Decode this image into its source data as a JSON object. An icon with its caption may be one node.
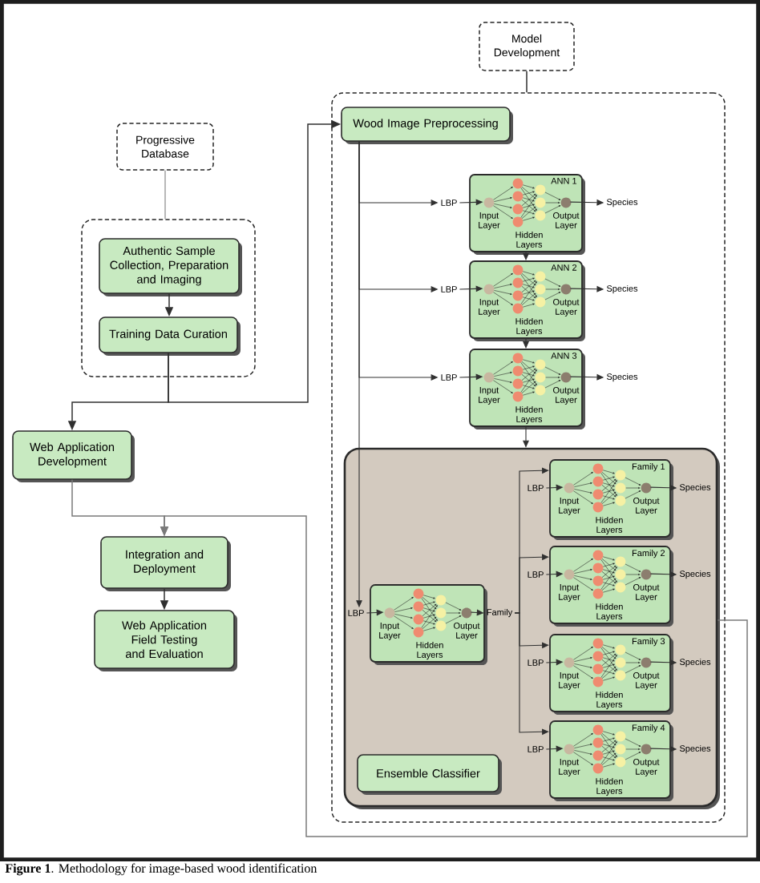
{
  "diagram": {
    "caption": "**Figure 1**. Methodology for image-based wood identification",
    "nodes": [
      {
        "text": [
          "Progressive Database"
        ]
      },
      {
        "text": [],
        "shape": "box"
      },
      {
        "text": [
          "Authentic Sample Collection, Preparation and Imaging"
        ],
        "in": 1
      },
      {
        "text": [
          "Training Data Curation"
        ],
        "in": 1
      },
      {
        "text": [
          "Web Application Development"
        ]
      },
      {
        "text": [
          "Integration and Deployment"
        ]
      },
      {
        "text": [
          "Web Application Field Testing and Evaluation"
        ]
      },
      {
        "text": [
          "Model Development"
        ]
      },
      {
        "text": [],
        "shape": "box"
      },
      {
        "text": [
          "Wood Image Preprocessing"
        ],
        "in": 8
      },
      {
        "text": [
          "LBP"
        ],
        "in": 8
      },
      {
        "text": [
          "ANN 1",
          "Input Layer",
          "Output Layer",
          "Hidden Layers"
        ],
        "in": 8
      },
      {
        "text": [
          "Species"
        ],
        "in": 8
      },
      {
        "text": [
          "LBP"
        ],
        "in": 8
      },
      {
        "text": [
          "ANN 2",
          "Input Layer",
          "Output Layer",
          "Hidden Layers"
        ],
        "in": 8
      },
      {
        "text": [
          "Species"
        ],
        "in": 8
      },
      {
        "text": [
          "LBP"
        ],
        "in": 8
      },
      {
        "text": [
          "ANN 3",
          "Input Layer",
          "Output Layer",
          "Hidden Layers"
        ],
        "in": 8
      },
      {
        "text": [
          "Species"
        ],
        "in": 8
      },
      {
        "text": [],
        "shape": "box",
        "in": 8
      },
      {
        "text": [
          "LBP"
        ],
        "in": 19
      },
      {
        "text": [
          "Input Layer",
          "Output Layer",
          "Hidden Layers"
        ],
        "in": 19
      },
      {
        "text": [
          "Family"
        ],
        "in": 19
      },
      {
        "text": [
          "LBP"
        ],
        "in": 19
      },
      {
        "text": [
          "Family 1",
          "Input Layer",
          "Output Layer",
          "Hidden Layers"
        ],
        "in": 19
      },
      {
        "text": [
          "Species"
        ],
        "in": 19
      },
      {
        "text": [
          "LBP"
        ],
        "in": 19
      },
      {
        "text": [
          "Family 2",
          "Input Layer",
          "Output Layer",
          "Hidden Layers"
        ],
        "in": 19
      },
      {
        "text": [
          "Species"
        ],
        "in": 19
      },
      {
        "text": [
          "LBP"
        ],
        "in": 19
      },
      {
        "text": [
          "Family 3",
          "Input Layer",
          "Output Layer",
          "Hidden Layers"
        ],
        "in": 19
      },
      {
        "text": [
          "Species"
        ],
        "in": 19
      },
      {
        "text": [
          "LBP"
        ],
        "in": 19
      },
      {
        "text": [
          "Family 4",
          "Input Layer",
          "Output Layer",
          "Hidden Layers"
        ],
        "in": 19
      },
      {
        "text": [
          "Species"
        ],
        "in": 19
      },
      {
        "text": [
          "Ensemble Classifier"
        ],
        "in": 19
      }
    ],
    "edges": [
      {
        "from": 0,
        "to": 1,
        "arrow": "none",
        "color": "#a0a0a0"
      },
      {
        "from": 7,
        "to": 8,
        "arrow": "none"
      },
      {
        "from": 2,
        "to": 3,
        "arrow": "to"
      },
      {
        "from": 3,
        "to": 4,
        "arrow": "to"
      },
      {
        "from": 3,
        "to": 9,
        "arrow": "to"
      },
      {
        "from": 4,
        "to": 5,
        "arrow": "to",
        "color": "#7a7a7a"
      },
      {
        "from": 19,
        "to": 5,
        "arrow": "to",
        "color": "#7a7a7a"
      },
      {
        "from": 5,
        "to": 6,
        "arrow": "to"
      },
      {
        "from": 9,
        "to": 10,
        "arrow": "to"
      },
      {
        "from": 9,
        "to": 13,
        "arrow": "to"
      },
      {
        "from": 9,
        "to": 16,
        "arrow": "to"
      },
      {
        "from": 9,
        "to": 20,
        "arrow": "to"
      },
      {
        "from": 10,
        "to": 11,
        "arrow": "to"
      },
      {
        "from": 11,
        "to": 12,
        "arrow": "to"
      },
      {
        "from": 11,
        "to": 14,
        "arrow": "to"
      },
      {
        "from": 13,
        "to": 14,
        "arrow": "to"
      },
      {
        "from": 14,
        "to": 15,
        "arrow": "to"
      },
      {
        "from": 14,
        "to": 17,
        "arrow": "to"
      },
      {
        "from": 16,
        "to": 17,
        "arrow": "to"
      },
      {
        "from": 17,
        "to": 18,
        "arrow": "to"
      },
      {
        "from": 17,
        "to": 19,
        "arrow": "to"
      },
      {
        "from": 20,
        "to": 21,
        "arrow": "to"
      },
      {
        "from": 21,
        "to": 22,
        "arrow": "to"
      },
      {
        "from": 22,
        "to": 24,
        "arrow": "to"
      },
      {
        "from": 22,
        "to": 27,
        "arrow": "to"
      },
      {
        "from": 22,
        "to": 30,
        "arrow": "to"
      },
      {
        "from": 22,
        "to": 33,
        "arrow": "to"
      },
      {
        "from": 23,
        "to": 24,
        "arrow": "to"
      },
      {
        "from": 24,
        "to": 25,
        "arrow": "to"
      },
      {
        "from": 26,
        "to": 27,
        "arrow": "to"
      },
      {
        "from": 27,
        "to": 28,
        "arrow": "to"
      },
      {
        "from": 29,
        "to": 30,
        "arrow": "to"
      },
      {
        "from": 30,
        "to": 31,
        "arrow": "to"
      },
      {
        "from": 32,
        "to": 33,
        "arrow": "to"
      },
      {
        "from": 33,
        "to": 34,
        "arrow": "to"
      }
    ]
  }
}
